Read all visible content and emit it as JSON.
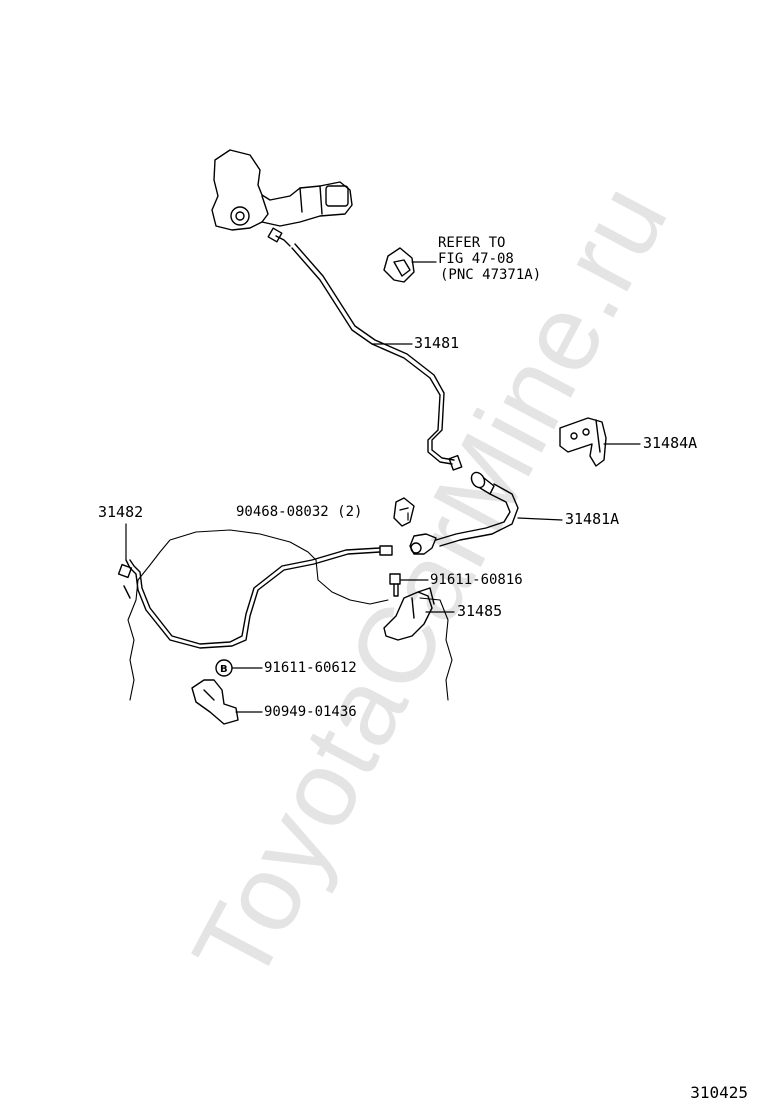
{
  "watermark": "ToyotaCarMine.ru",
  "figure_id": "310425",
  "refer": {
    "line1": "REFER TO",
    "line2": "FIG 47-08",
    "line3": "(PNC 47371A)"
  },
  "parts": {
    "p31481": "31481",
    "p31484A": "31484A",
    "p31481A": "31481A",
    "p31482": "31482",
    "p90468": "90468-08032 (2)",
    "p91611_60816": "91611-60816",
    "p31485": "31485",
    "p91611_60612": "91611-60612",
    "p90949": "90949-01436",
    "badge": "B"
  }
}
